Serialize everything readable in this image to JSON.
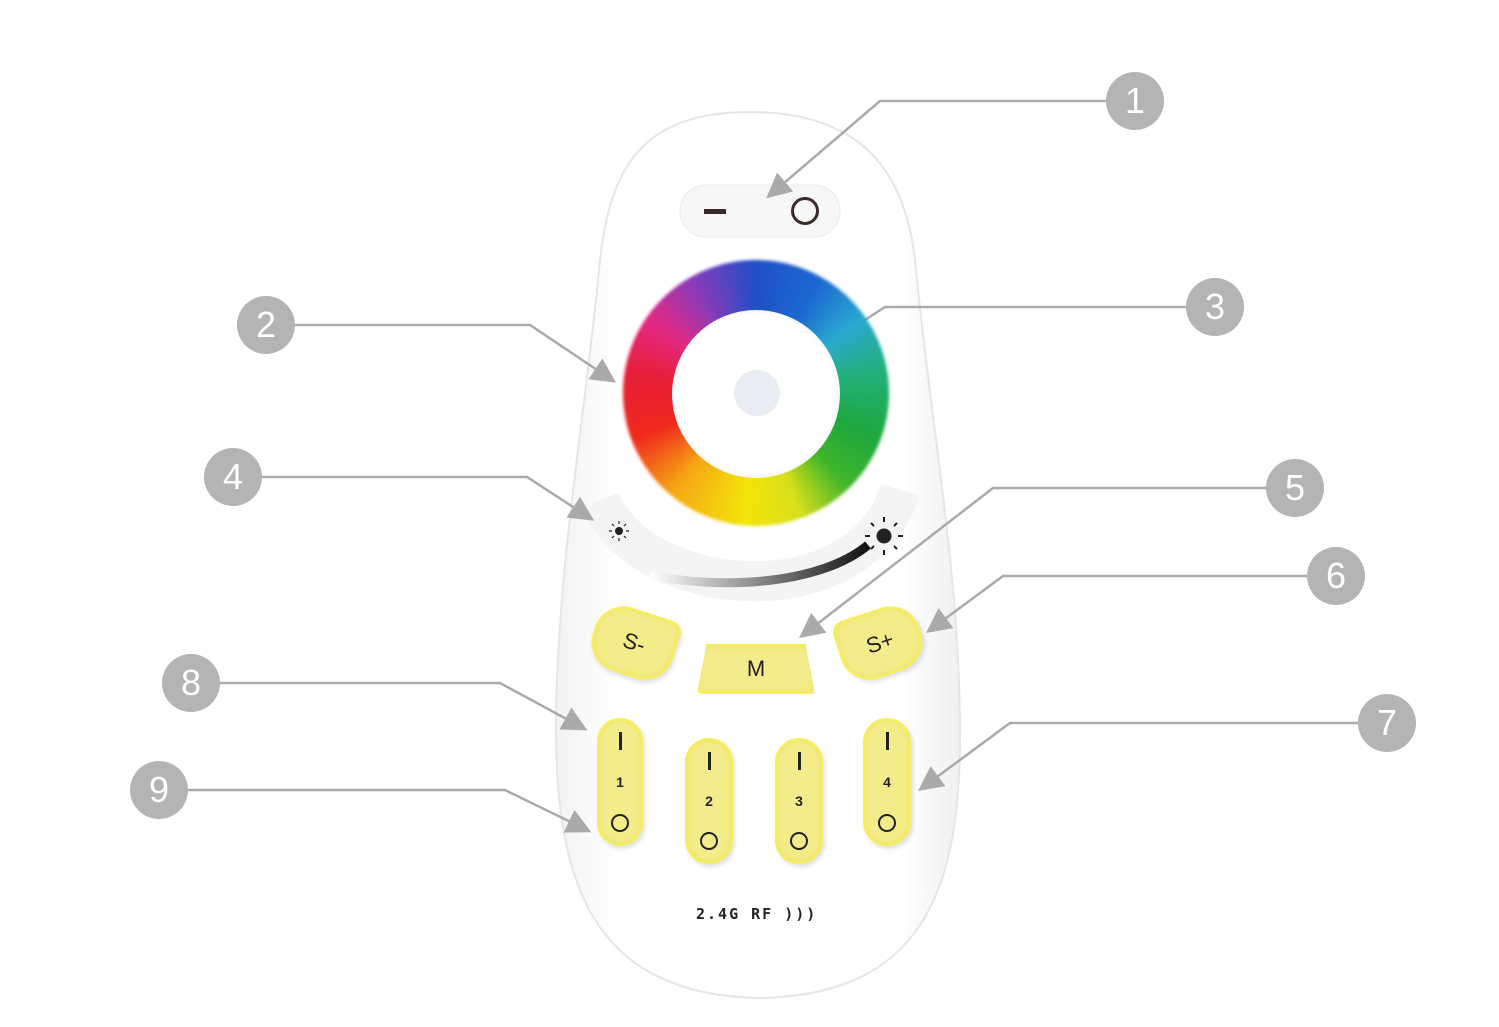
{
  "remote": {
    "power": {
      "off_symbol": "—",
      "on_symbol": "O"
    },
    "buttons": {
      "speed_down": "S-",
      "mode": "M",
      "speed_up": "S+"
    },
    "zones": [
      {
        "number": "1",
        "on": "I",
        "off": "O"
      },
      {
        "number": "2",
        "on": "I",
        "off": "O"
      },
      {
        "number": "3",
        "on": "I",
        "off": "O"
      },
      {
        "number": "4",
        "on": "I",
        "off": "O"
      }
    ],
    "rf_label": "2.4G RF"
  },
  "callouts": [
    "1",
    "2",
    "3",
    "4",
    "5",
    "6",
    "7",
    "8",
    "9"
  ],
  "colors": {
    "callout": "#b4b4b4",
    "leader": "#aaaaaa",
    "button_yellow": "#f3ec8a"
  }
}
